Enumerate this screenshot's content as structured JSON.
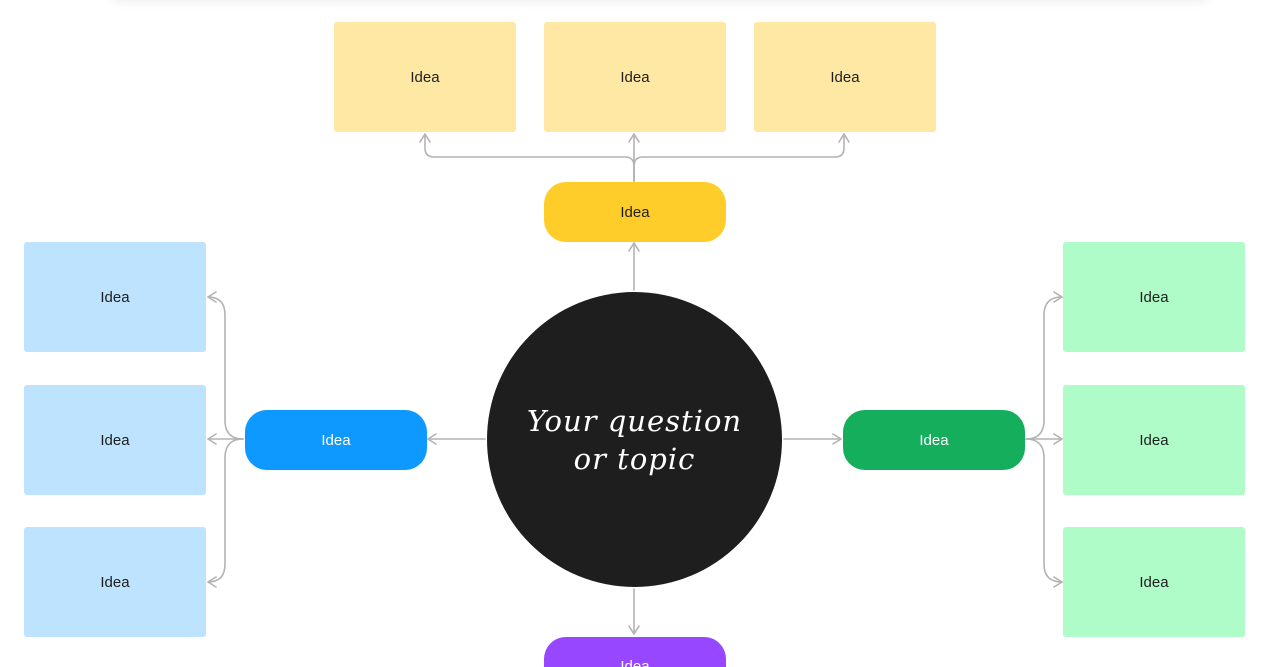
{
  "colors": {
    "canvas_bg": "#ffffff",
    "connector": "#b3b3b3",
    "center_fill": "#1e1e1e",
    "center_text": "#ffffff",
    "yellow_sticky": "#ffe8a3",
    "yellow_pill": "#ffcd29",
    "blue_sticky": "#bde3ff",
    "blue_pill": "#0d99ff",
    "green_sticky": "#affcc9",
    "green_pill": "#14ae5c",
    "purple_pill": "#9747ff",
    "dark_text": "#1e1e1e",
    "light_text": "#ffffff"
  },
  "center": {
    "line1": "Your question",
    "line2": "or topic"
  },
  "branches": {
    "top": {
      "pill": "Idea",
      "stickies": [
        "Idea",
        "Idea",
        "Idea"
      ]
    },
    "left": {
      "pill": "Idea",
      "stickies": [
        "Idea",
        "Idea",
        "Idea"
      ]
    },
    "right": {
      "pill": "Idea",
      "stickies": [
        "Idea",
        "Idea",
        "Idea"
      ]
    },
    "bottom": {
      "pill": "Idea"
    }
  }
}
